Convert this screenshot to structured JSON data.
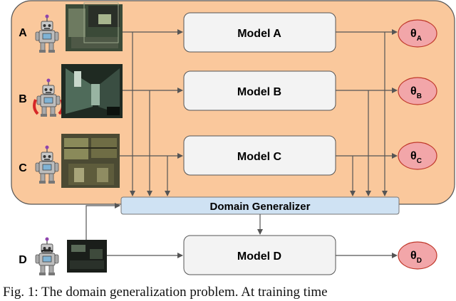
{
  "colors": {
    "panel_fill": "#fac89c",
    "panel_stroke": "#555555",
    "model_fill": "#f3f3f3",
    "theta_fill": "#f2a6a9",
    "theta_stroke": "#c0392b",
    "generalizer_fill": "#cfe2f3",
    "arrow": "#555555"
  },
  "domains": [
    {
      "letter": "A",
      "model": "Model A",
      "theta_sub": "A",
      "scene_icon": "dark-indoor-room-photo"
    },
    {
      "letter": "B",
      "model": "Model B",
      "theta_sub": "B",
      "scene_icon": "hallway-photo"
    },
    {
      "letter": "C",
      "model": "Model C",
      "theta_sub": "C",
      "scene_icon": "office-shelves-photo"
    },
    {
      "letter": "D",
      "model": "Model D",
      "theta_sub": "D",
      "scene_icon": "dark-room-photo"
    }
  ],
  "theta_symbol": "θ",
  "generalizer_label": "Domain Generalizer",
  "caption": "Fig. 1: The domain generalization problem. At training time"
}
